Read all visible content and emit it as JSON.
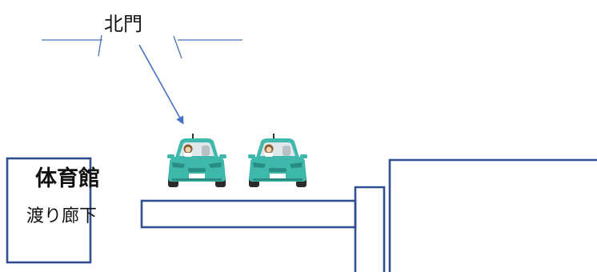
{
  "labels": {
    "north_gate": "北門",
    "gymnasium": "体育館",
    "corridor": "渡り廊下"
  },
  "vehicles": [
    {
      "type": "taxi",
      "icon": "taxi-with-driver-icon"
    },
    {
      "type": "taxi",
      "icon": "taxi-with-driver-icon"
    }
  ],
  "colors": {
    "building_outline": "#2f4f8f",
    "gate_line": "#4a72b8",
    "arrow": "#4472c4",
    "taxi_body": "#3fb8ac",
    "taxi_dark": "#2a8d84"
  }
}
